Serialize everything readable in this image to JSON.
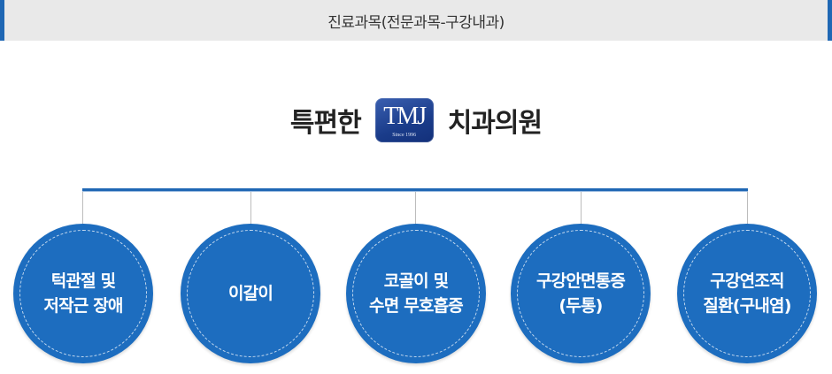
{
  "header": {
    "title": "진료과목(전문과목-구강내과)"
  },
  "clinic": {
    "prefix": "특편한",
    "logo_text": "TMJ",
    "logo_since": "Since 1996",
    "suffix": "치과의원"
  },
  "departments": [
    {
      "label": "턱관절 및\n저작근 장애"
    },
    {
      "label": "이갈이"
    },
    {
      "label": "코골이 및\n수면 무호흡증"
    },
    {
      "label": "구강안면통증\n(두통)"
    },
    {
      "label": "구강연조직\n질환(구내염)"
    }
  ],
  "colors": {
    "accent": "#1f67b4",
    "circle": "#1d6dbf",
    "header_bg": "#e9e9e9"
  }
}
